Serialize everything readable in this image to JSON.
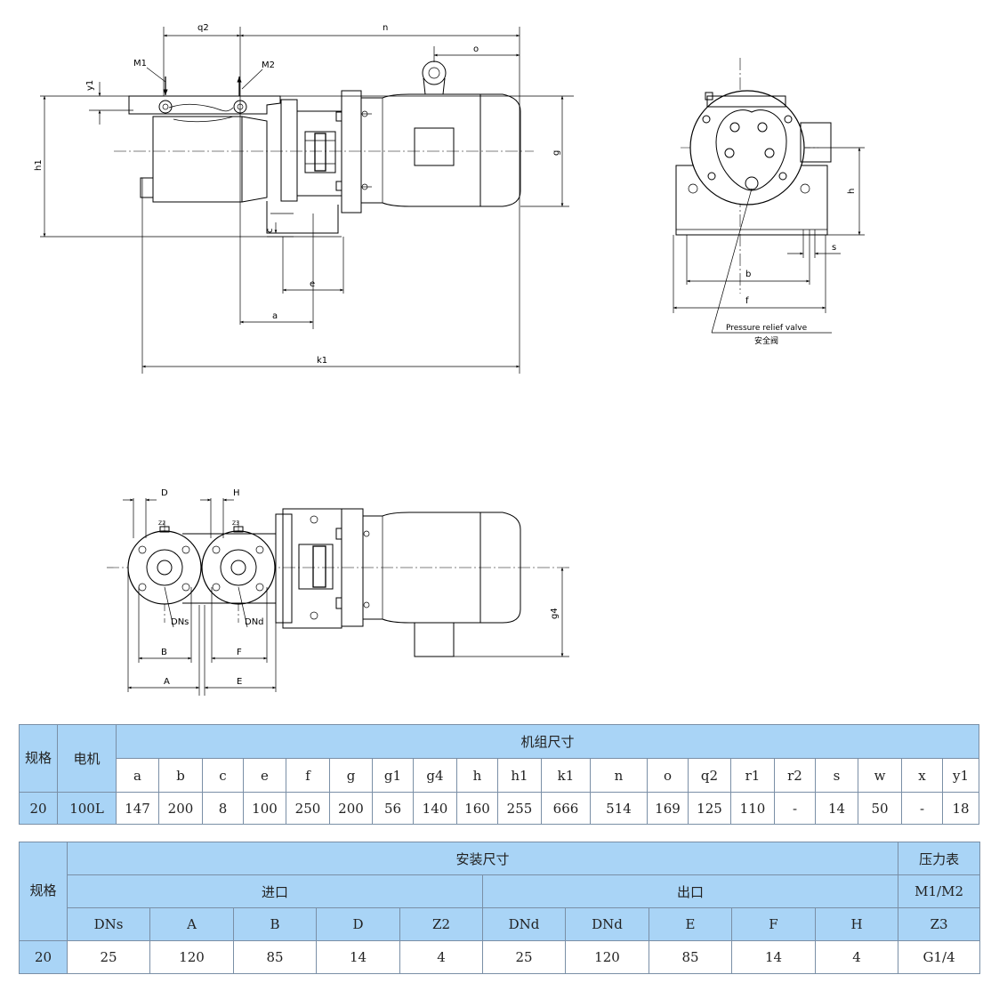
{
  "drawing": {
    "front_view_labels": {
      "q2": "q2",
      "n": "n",
      "o": "o",
      "M1": "M1",
      "M2": "M2",
      "y1": "y1",
      "h1": "h1",
      "g": "g",
      "c": "c",
      "e": "e",
      "a": "a",
      "k1": "k1"
    },
    "side_view_labels": {
      "h": "h",
      "s": "s",
      "b": "b",
      "f": "f",
      "relief_en": "Pressure relief valve",
      "relief_cn": "安全阀"
    },
    "top_view_labels": {
      "D": "D",
      "H": "H",
      "Z2": "Z2",
      "Z3": "Z3",
      "DNs": "DNs",
      "DNd": "DNd",
      "B": "B",
      "F": "F",
      "A": "A",
      "E": "E",
      "g4": "g4"
    }
  },
  "unit_table": {
    "spec_header": "规格",
    "motor_header": "电机",
    "group_header": "机组尺寸",
    "columns": [
      "a",
      "b",
      "c",
      "e",
      "f",
      "g",
      "g1",
      "g4",
      "h",
      "h1",
      "k1",
      "n",
      "o",
      "q2",
      "r1",
      "r2",
      "s",
      "w",
      "x",
      "y1"
    ],
    "rows": [
      {
        "spec": "20",
        "motor": "100L",
        "values": [
          "147",
          "200",
          "8",
          "100",
          "250",
          "200",
          "56",
          "140",
          "160",
          "255",
          "666",
          "514",
          "169",
          "125",
          "110",
          "-",
          "14",
          "50",
          "-",
          "18"
        ]
      }
    ]
  },
  "install_table": {
    "spec_header": "规格",
    "group_header": "安装尺寸",
    "inlet_header": "进口",
    "outlet_header": "出口",
    "gauge_header": "压力表",
    "gauge_sub": "M1/M2",
    "columns": [
      "DNs",
      "A",
      "B",
      "D",
      "Z2",
      "DNd",
      "DNd",
      "E",
      "F",
      "H",
      "Z3"
    ],
    "rows": [
      {
        "spec": "20",
        "values": [
          "25",
          "120",
          "85",
          "14",
          "4",
          "25",
          "120",
          "85",
          "14",
          "4",
          "G1/4"
        ]
      }
    ]
  }
}
